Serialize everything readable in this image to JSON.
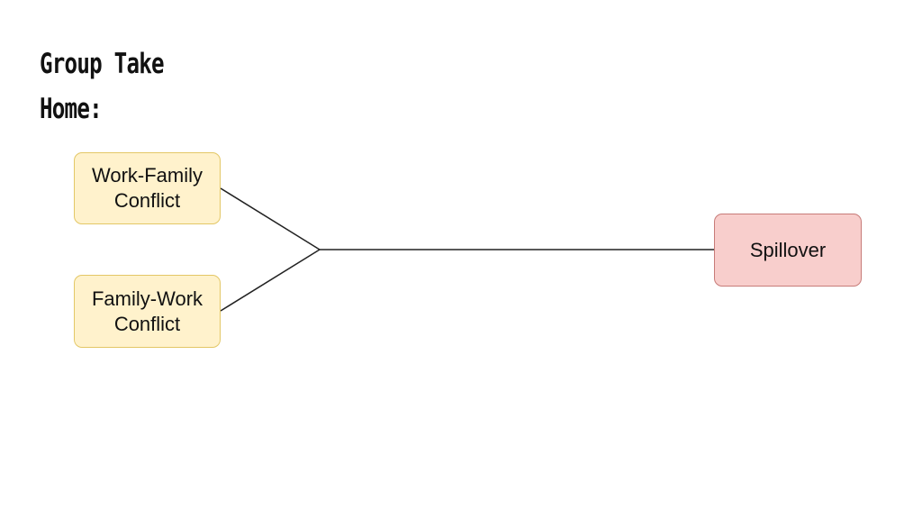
{
  "title": {
    "line1": "Group Take",
    "line2": "Home:"
  },
  "diagram": {
    "nodes": {
      "work_family": "Work-Family Conflict",
      "family_work": "Family-Work Conflict",
      "spillover": "Spillover"
    },
    "colors": {
      "source_fill": "#fff2cc",
      "source_border": "#e3c766",
      "target_fill": "#f8cecc",
      "target_border": "#c77b78",
      "connector": "#222222"
    }
  }
}
